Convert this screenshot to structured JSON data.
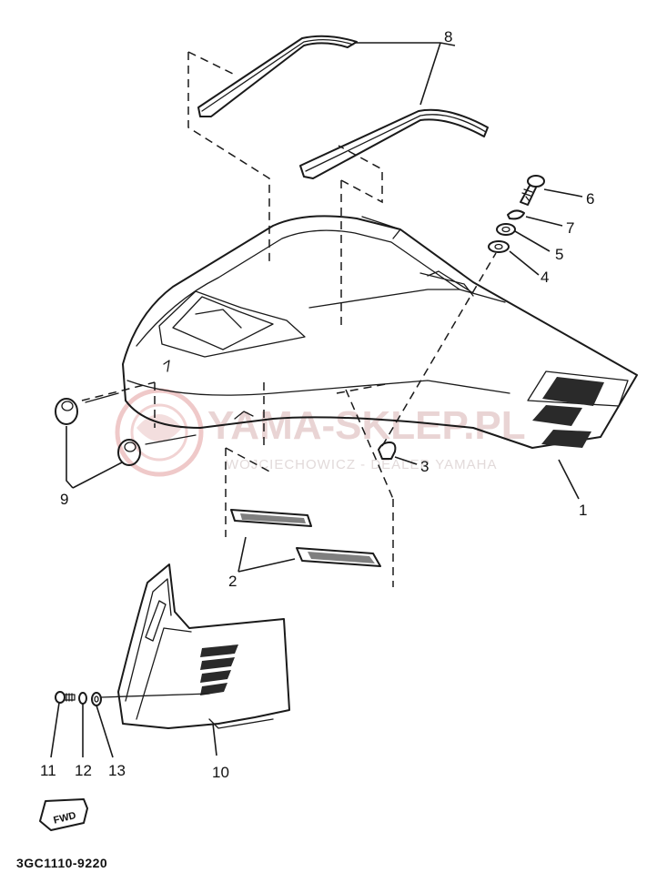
{
  "diagram": {
    "callouts": [
      {
        "id": "1",
        "label": "1"
      },
      {
        "id": "2",
        "label": "2"
      },
      {
        "id": "3",
        "label": "3"
      },
      {
        "id": "4",
        "label": "4"
      },
      {
        "id": "5",
        "label": "5"
      },
      {
        "id": "6",
        "label": "6"
      },
      {
        "id": "7",
        "label": "7"
      },
      {
        "id": "8",
        "label": "8"
      },
      {
        "id": "9",
        "label": "9"
      },
      {
        "id": "10",
        "label": "10"
      },
      {
        "id": "11",
        "label": "11"
      },
      {
        "id": "12",
        "label": "12"
      },
      {
        "id": "13",
        "label": "13"
      }
    ],
    "direction_badge": "FWD",
    "part_code": "3GC1110-9220"
  },
  "watermark": {
    "brand": "YAMA-SKLEP.PL",
    "dealer": "WOJCIECHOWICZ - DEALER YAMAHA",
    "accent_color": "#e05a5a"
  }
}
